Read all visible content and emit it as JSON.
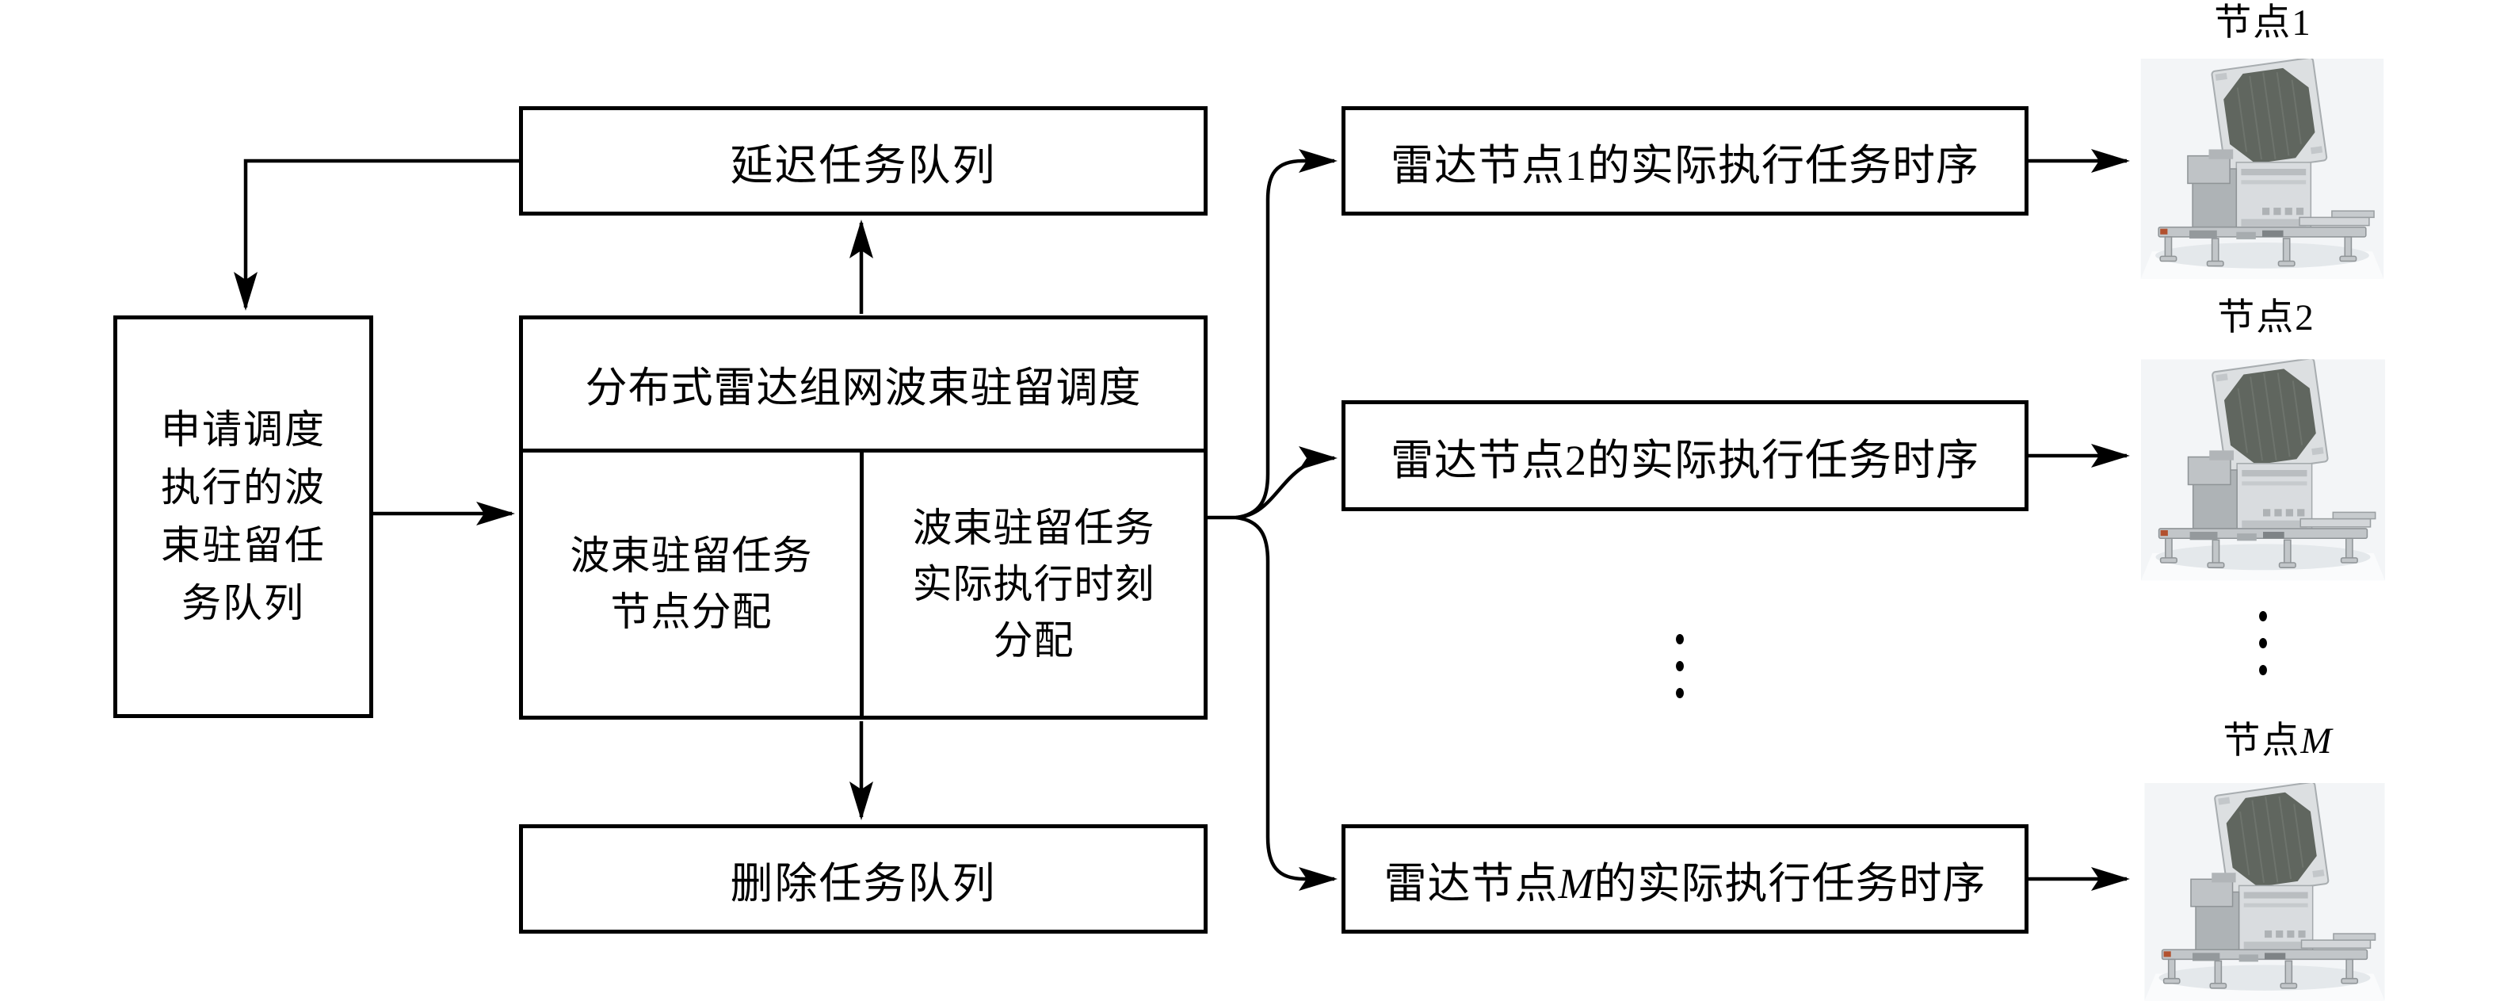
{
  "boxes": {
    "pending": {
      "lines": [
        "申请调度",
        "执行的波",
        "束驻留任",
        "务队列"
      ]
    },
    "delay": {
      "label": "延迟任务队列"
    },
    "scheduler": {
      "header": "分布式雷达组网波束驻留调度",
      "node_alloc": {
        "lines": [
          "波束驻留任务",
          "节点分配"
        ]
      },
      "time_alloc": {
        "lines": [
          "波束驻留任务",
          "实际执行时刻",
          "分配"
        ]
      }
    },
    "delete": {
      "label": "删除任务队列"
    },
    "timeline1": {
      "label": "雷达节点1的实际执行任务时序"
    },
    "timeline2": {
      "label": "雷达节点2的实际执行任务时序"
    },
    "timelineM": {
      "prefix": "雷达节点",
      "variable": "M",
      "suffix": "的实际执行任务时序"
    }
  },
  "nodes": {
    "node1": {
      "label": "节点1"
    },
    "node2": {
      "label": "节点2"
    },
    "nodeM": {
      "prefix": "节点",
      "variable": "M"
    }
  },
  "colors": {
    "line": "#000000",
    "box_background": "#ffffff",
    "radar_face": "#60665f",
    "radar_body": "#d9dcdf"
  }
}
